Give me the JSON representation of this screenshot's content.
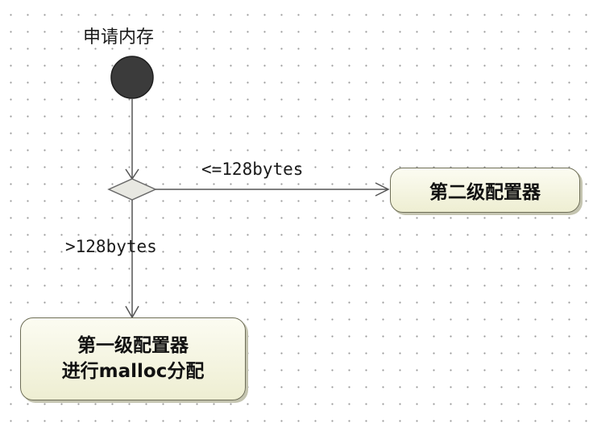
{
  "diagram": {
    "initial_node": {
      "label": "申请内存"
    },
    "decision_node": {
      "label": ""
    },
    "guards": {
      "to_second_level": "<=128bytes",
      "to_first_level": ">128bytes"
    },
    "actions": {
      "second_level": {
        "label": "第二级配置器"
      },
      "first_level": {
        "line1": "第一级配置器",
        "line2": "进行malloc分配"
      }
    },
    "colors": {
      "initial_fill": "#3b3b3b",
      "decision_fill": "#e8e8e2",
      "action_fill": "#f4f4e0",
      "edge_stroke": "#555555"
    }
  }
}
